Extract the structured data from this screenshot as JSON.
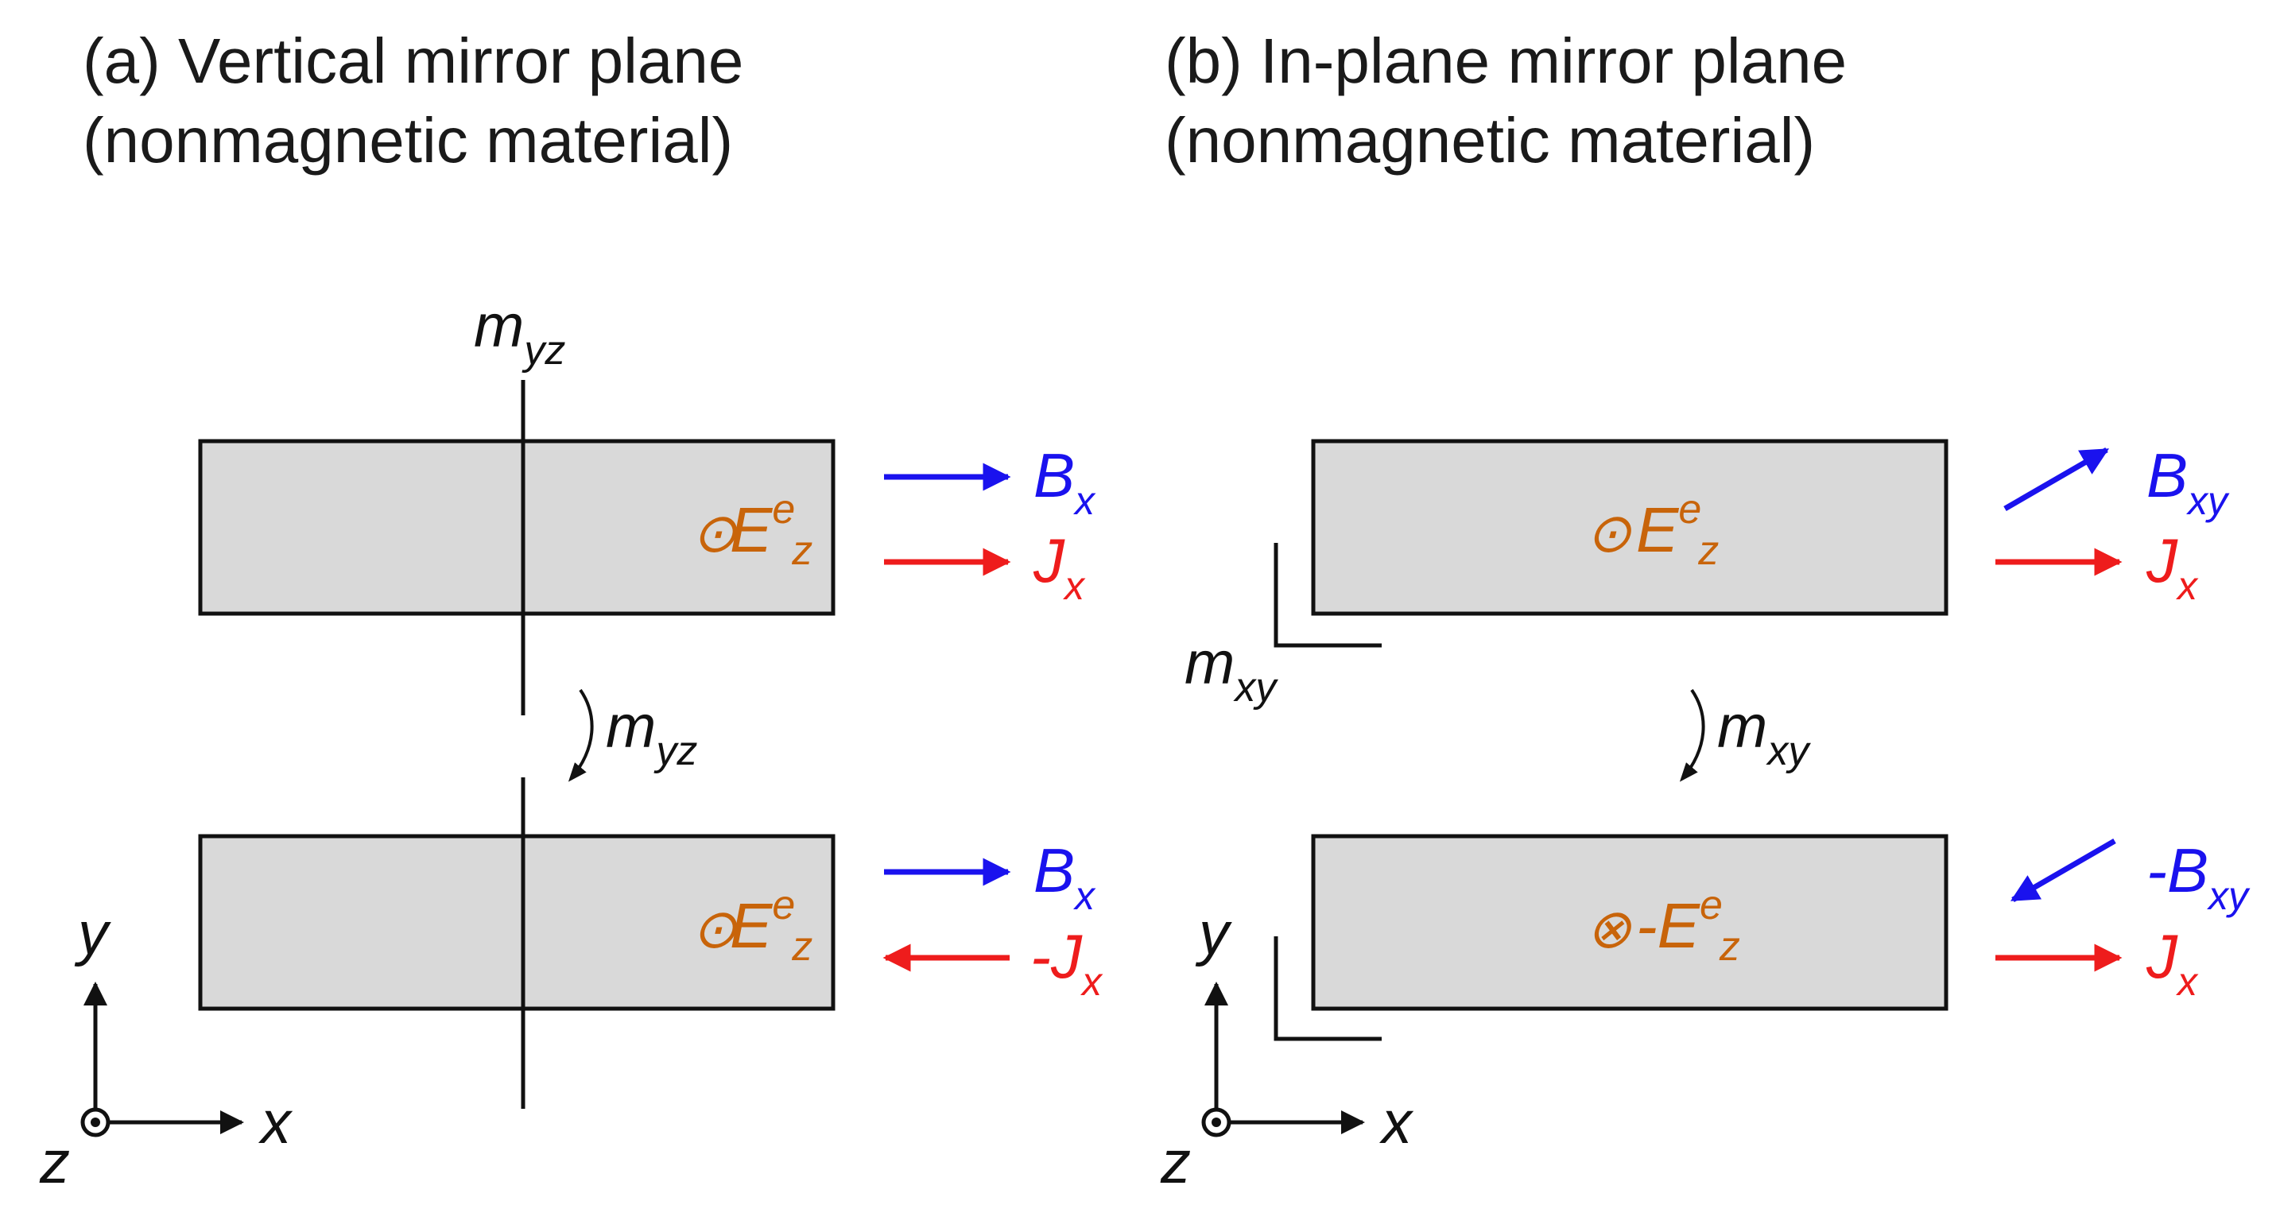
{
  "panel_a": {
    "title_line1": "(a) Vertical mirror plane",
    "title_line2": "(nonmagnetic material)",
    "mirror_top": {
      "base": "m",
      "sub": "yz"
    },
    "mirror_op": {
      "base": "m",
      "sub": "yz"
    },
    "top": {
      "field_sym": "⊙",
      "field_base": "E",
      "field_sup": "e",
      "field_sub": "z",
      "b_base": "B",
      "b_sub": "x",
      "j_base": "J",
      "j_sub": "x"
    },
    "bottom": {
      "field_sym": "⊙",
      "field_base": "E",
      "field_sup": "e",
      "field_sub": "z",
      "b_base": "B",
      "b_sub": "x",
      "j_base": "-J",
      "j_sub": "x"
    },
    "axes": {
      "y": "y",
      "x": "x",
      "z": "z"
    }
  },
  "panel_b": {
    "title_line1": "(b) In-plane mirror plane",
    "title_line2": "(nonmagnetic material)",
    "mirror_side": {
      "base": "m",
      "sub": "xy"
    },
    "mirror_op": {
      "base": "m",
      "sub": "xy"
    },
    "top": {
      "field_sym": "⊙",
      "field_base": "E",
      "field_sup": "e",
      "field_sub": "z",
      "b_base": "B",
      "b_sub": "xy",
      "j_base": "J",
      "j_sub": "x"
    },
    "bottom": {
      "field_sym": "⊗",
      "field_base": "-E",
      "field_sup": "e",
      "field_sub": "z",
      "b_base": "-B",
      "b_sub": "xy",
      "j_base": "J",
      "j_sub": "x"
    },
    "axes": {
      "y": "y",
      "x": "x",
      "z": "z"
    }
  },
  "colors": {
    "b_field": "#1a12ee",
    "current": "#ee1c1c",
    "e_field": "#c8640a",
    "slab_fill": "#d9d9d9",
    "line": "#111111"
  }
}
